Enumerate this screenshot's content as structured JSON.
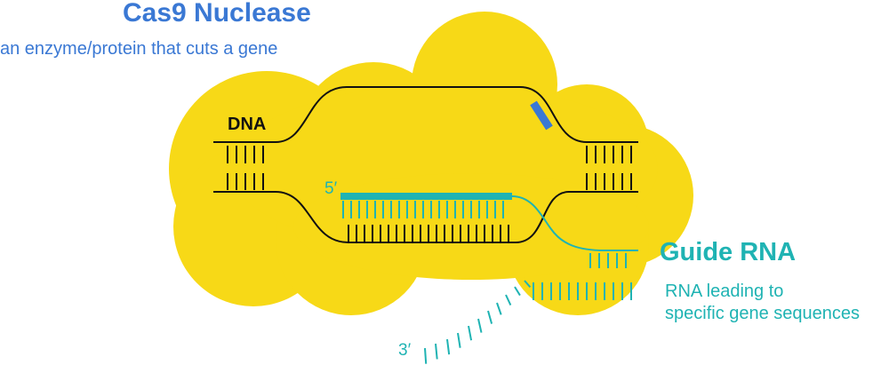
{
  "title": "Cas9 Nuclease",
  "subtitle": "an enzyme/protein that cuts a gene",
  "dna_label": "DNA",
  "five_prime_label": "5′",
  "guide_rna": {
    "title": "Guide RNA",
    "description_line1": "RNA leading to",
    "description_line2": "specific gene sequences"
  },
  "three_prime_label": "3′",
  "colors": {
    "cas9_blob": "#f7d917",
    "dna_strand": "#111111",
    "guide_rna": "#1fb3b3",
    "cut_marker": "#3a78d4",
    "title_text": "#3a78d4"
  }
}
